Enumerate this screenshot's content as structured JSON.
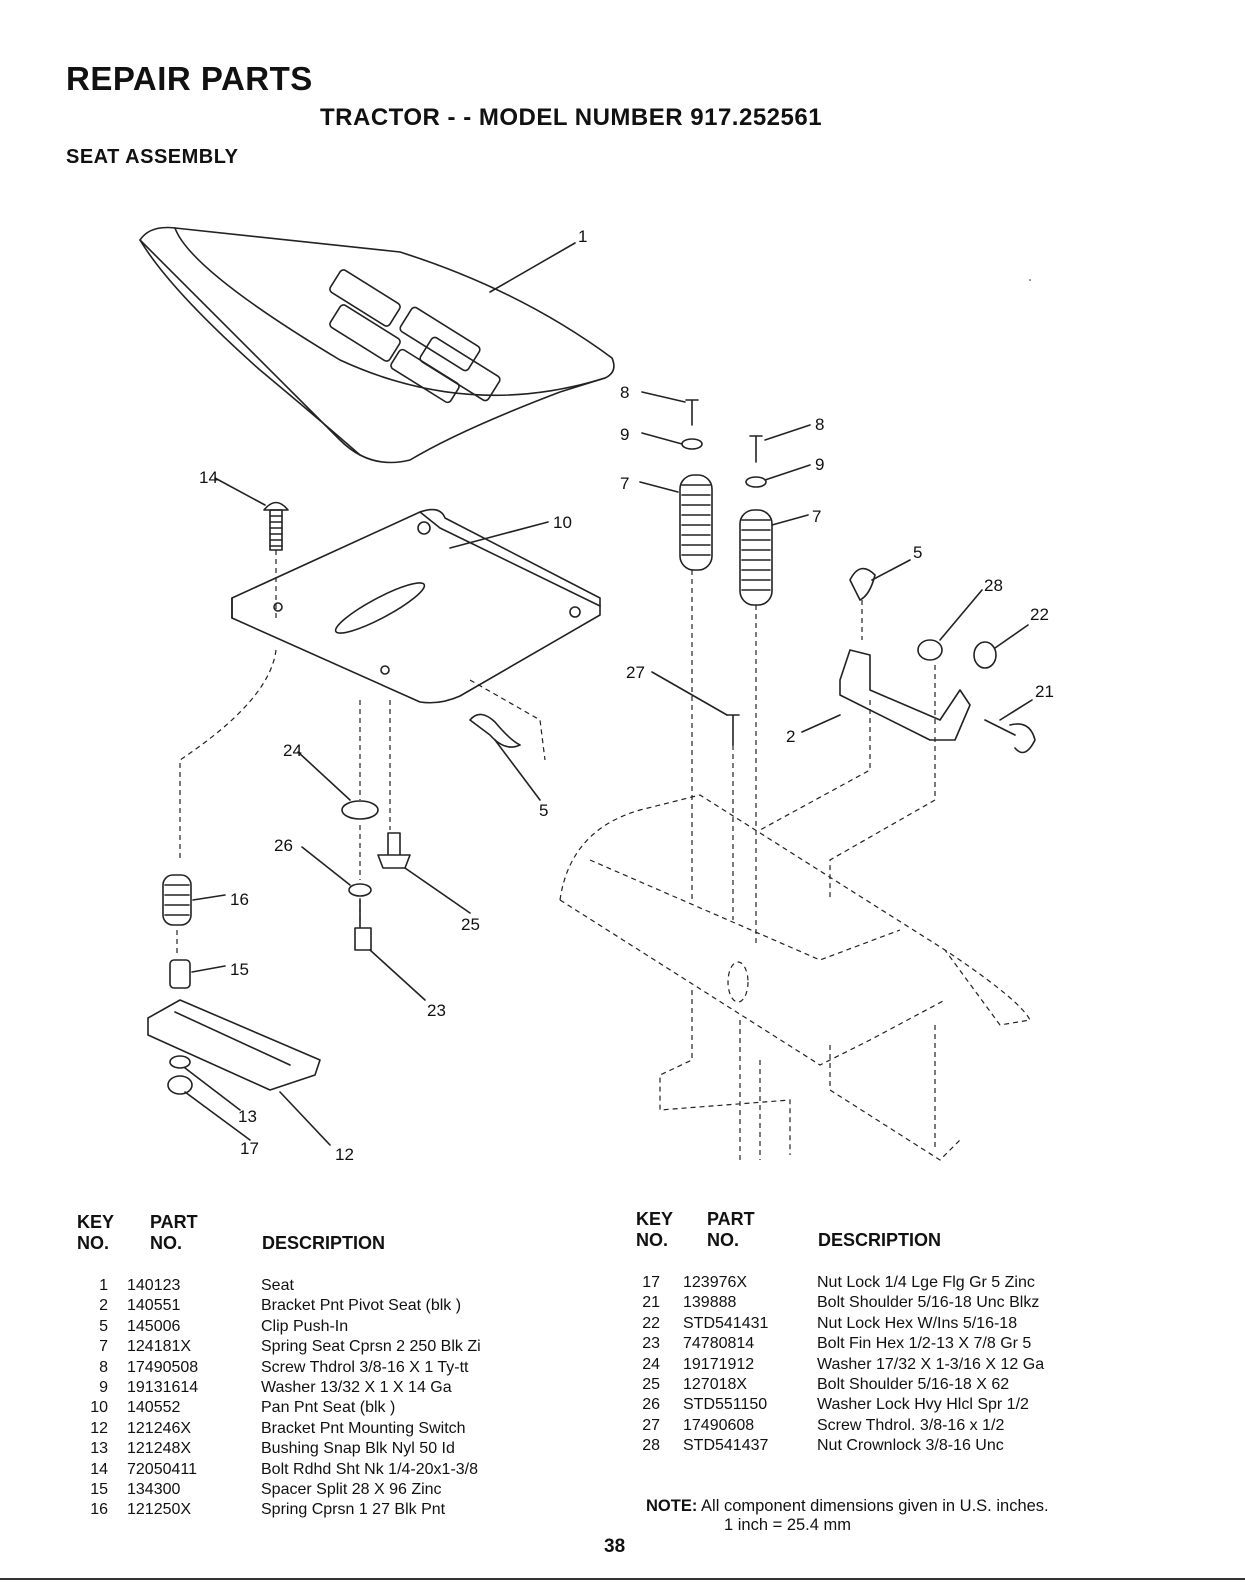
{
  "header": {
    "title": "REPAIR PARTS",
    "subtitle": "TRACTOR - - MODEL NUMBER 917.252561",
    "section": "SEAT ASSEMBLY"
  },
  "diagram": {
    "callouts": [
      "1",
      "14",
      "10",
      "8",
      "9",
      "7",
      "8",
      "9",
      "7",
      "5",
      "28",
      "22",
      "21",
      "27",
      "2",
      "24",
      "5",
      "26",
      "25",
      "16",
      "15",
      "23",
      "13",
      "17",
      "12"
    ]
  },
  "table_headers": {
    "key_line1": "KEY",
    "key_line2": "NO.",
    "part_line1": "PART",
    "part_line2": "NO.",
    "description": "DESCRIPTION"
  },
  "parts_left": [
    {
      "key": "1",
      "part": "140123",
      "desc": "Seat"
    },
    {
      "key": "2",
      "part": "140551",
      "desc": "Bracket Pnt Pivot Seat (blk )"
    },
    {
      "key": "5",
      "part": "145006",
      "desc": "Clip Push-In"
    },
    {
      "key": "7",
      "part": "124181X",
      "desc": "Spring Seat Cprsn 2 250 Blk Zi"
    },
    {
      "key": "8",
      "part": "17490508",
      "desc": "Screw Thdrol 3/8-16 X 1 Ty-tt"
    },
    {
      "key": "9",
      "part": "19131614",
      "desc": "Washer 13/32 X 1 X 14 Ga"
    },
    {
      "key": "10",
      "part": "140552",
      "desc": "Pan Pnt Seat (blk )"
    },
    {
      "key": "12",
      "part": "121246X",
      "desc": "Bracket Pnt Mounting Switch"
    },
    {
      "key": "13",
      "part": "121248X",
      "desc": "Bushing Snap Blk Nyl 50 Id"
    },
    {
      "key": "14",
      "part": "72050411",
      "desc": "Bolt Rdhd Sht Nk 1/4-20x1-3/8"
    },
    {
      "key": "15",
      "part": "134300",
      "desc": "Spacer Split 28 X 96 Zinc"
    },
    {
      "key": "16",
      "part": "121250X",
      "desc": "Spring Cprsn 1 27 Blk Pnt"
    }
  ],
  "parts_right": [
    {
      "key": "17",
      "part": "123976X",
      "desc": "Nut Lock 1/4 Lge Flg Gr 5 Zinc"
    },
    {
      "key": "21",
      "part": "139888",
      "desc": "Bolt Shoulder 5/16-18 Unc Blkz"
    },
    {
      "key": "22",
      "part": "STD541431",
      "desc": "Nut Lock Hex W/Ins 5/16-18"
    },
    {
      "key": "23",
      "part": "74780814",
      "desc": "Bolt Fin Hex 1/2-13 X 7/8 Gr 5"
    },
    {
      "key": "24",
      "part": "19171912",
      "desc": "Washer 17/32 X 1-3/16 X 12 Ga"
    },
    {
      "key": "25",
      "part": "127018X",
      "desc": "Bolt Shoulder 5/16-18 X 62"
    },
    {
      "key": "26",
      "part": "STD551150",
      "desc": "Washer Lock Hvy Hlcl Spr 1/2"
    },
    {
      "key": "27",
      "part": "17490608",
      "desc": "Screw Thdrol. 3/8-16 x 1/2"
    },
    {
      "key": "28",
      "part": "STD541437",
      "desc": "Nut Crownlock 3/8-16 Unc"
    }
  ],
  "note": {
    "label": "NOTE:",
    "line1": "All component dimensions given in U.S. inches.",
    "line2": "1 inch = 25.4 mm"
  },
  "page_number": "38"
}
